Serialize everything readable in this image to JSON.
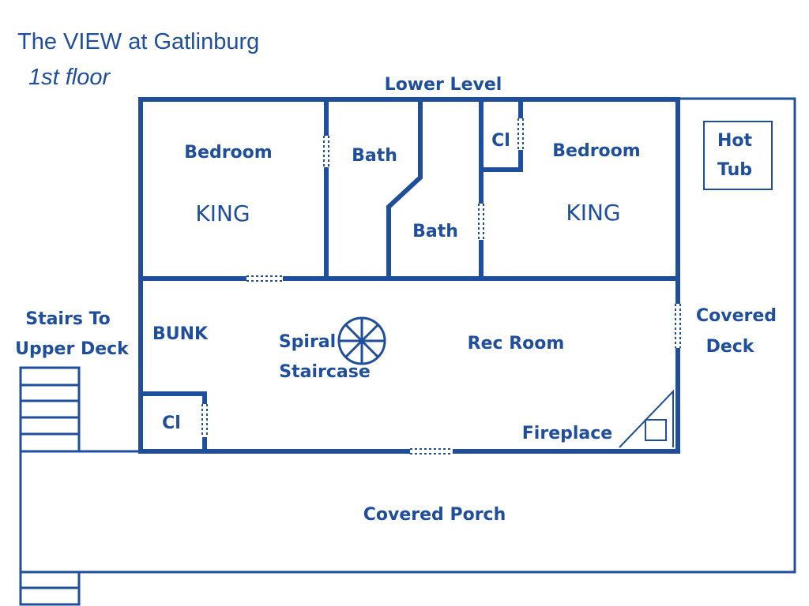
{
  "title": "The VIEW at Gatlinburg",
  "subtitle": "1st floor",
  "level_label": "Lower Level",
  "rooms": {
    "bedroom_left": "Bedroom",
    "king_left": "KING",
    "bath_upper": "Bath",
    "bath_lower": "Bath",
    "closet_upper": "Cl",
    "bedroom_right": "Bedroom",
    "king_right": "KING",
    "bunk": "BUNK",
    "closet_lower": "Cl",
    "spiral_line1": "Spiral",
    "spiral_line2": "Staircase",
    "rec_room": "Rec Room",
    "fireplace": "Fireplace",
    "hot_tub_line1": "Hot",
    "hot_tub_line2": "Tub",
    "covered_deck_line1": "Covered",
    "covered_deck_line2": "Deck",
    "stairs_line1": "Stairs To",
    "stairs_line2": "Upper Deck",
    "covered_porch": "Covered Porch"
  },
  "colors": {
    "line": "#1f4e9c",
    "background": "#ffffff"
  }
}
